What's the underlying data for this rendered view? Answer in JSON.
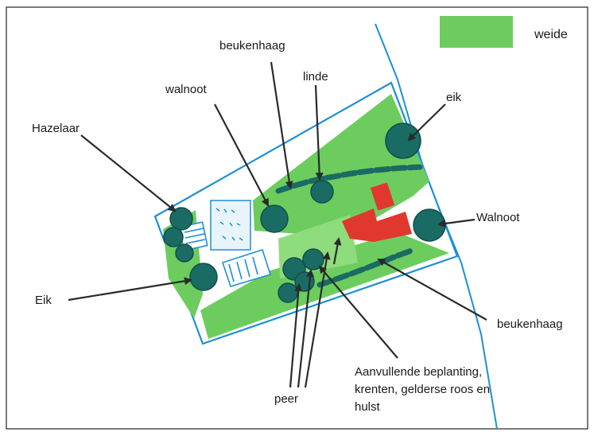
{
  "legend": {
    "label": "weide",
    "color": "#6ccd5e"
  },
  "labels": {
    "beukenhaag_top": "beukenhaag",
    "walnoot_top": "walnoot",
    "linde": "linde",
    "eik_top": "eik",
    "hazelaar": "Hazelaar",
    "walnoot_right": "Walnoot",
    "eik_left": "Eik",
    "beukenhaag_right": "beukenhaag",
    "peer": "peer",
    "aanvullend_line1": "Aanvullende beplanting,",
    "aanvullend_line2": "krenten, gelderse roos en",
    "aanvullend_line3": "hulst"
  },
  "colors": {
    "meadow": "#6ccd5e",
    "tree": "#1a6b63",
    "outline": "#1d8fd6",
    "building": "#e0382e",
    "arrow": "#2a2a2a"
  }
}
